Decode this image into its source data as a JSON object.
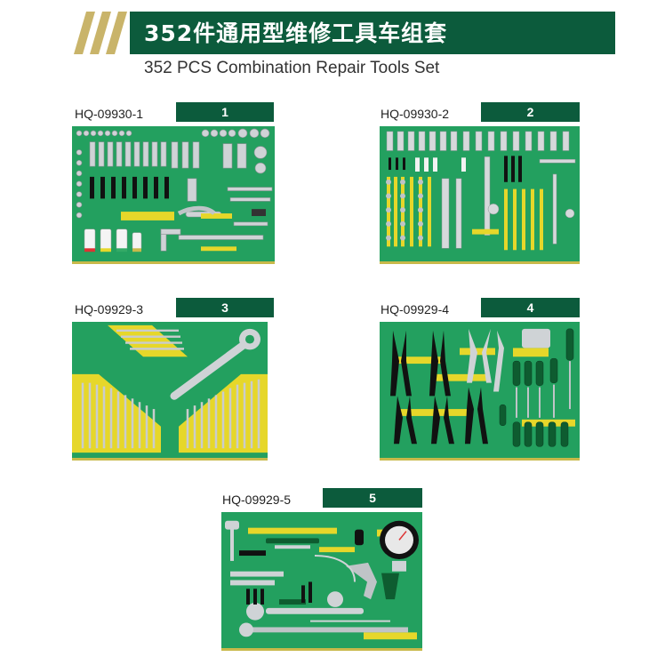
{
  "header": {
    "title": "352件通用型维修工具车组套",
    "subtitle": "352 PCS Combination Repair Tools Set"
  },
  "sets": [
    {
      "code": "HQ-09930-1",
      "number": "1"
    },
    {
      "code": "HQ-09930-2",
      "number": "2"
    },
    {
      "code": "HQ-09929-3",
      "number": "3"
    },
    {
      "code": "HQ-09929-4",
      "number": "4"
    },
    {
      "code": "HQ-09929-5",
      "number": "5"
    }
  ],
  "colors": {
    "brand_green": "#0c5b3c",
    "tray_green": "#23a05f",
    "insert_yellow": "#e6d72a",
    "stripe_gold": "#c9b46a"
  }
}
